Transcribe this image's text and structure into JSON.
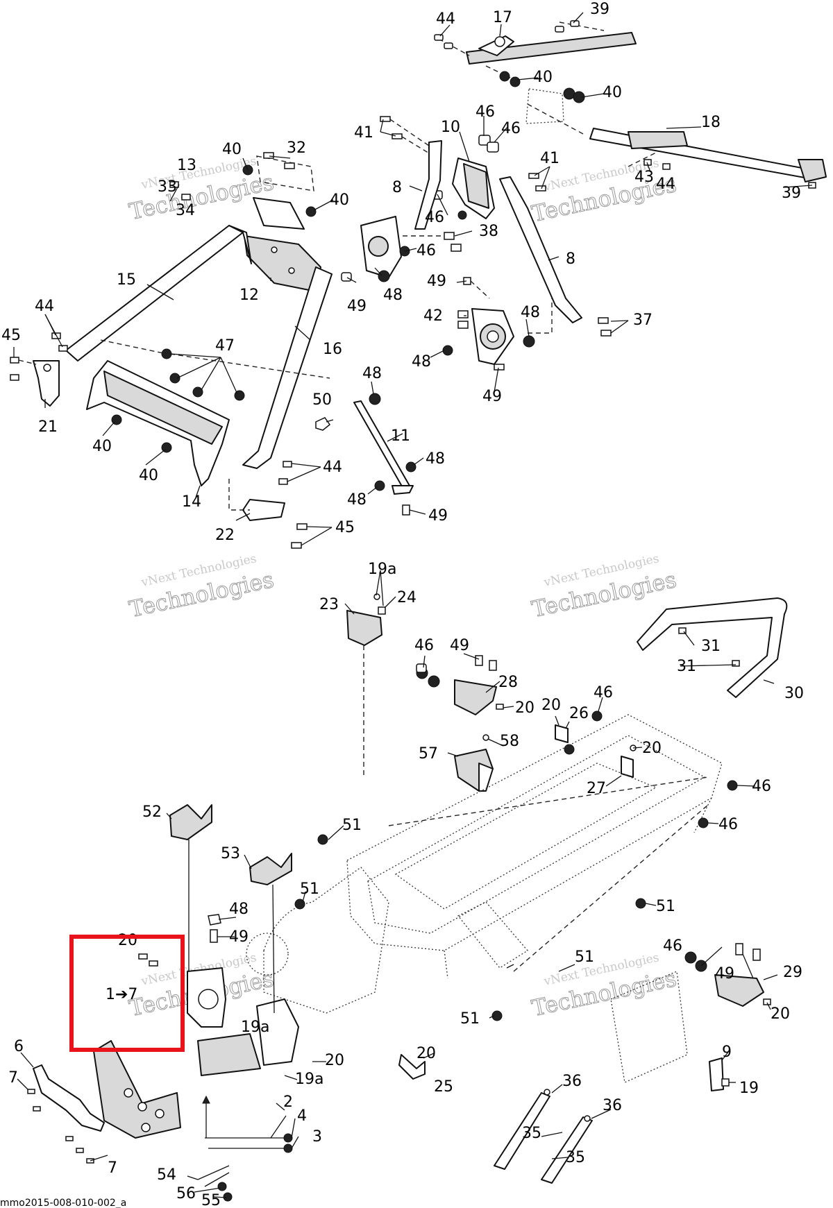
{
  "diagram_code": "mmo2015-008-010-002_a",
  "watermark": {
    "line1": "vNext Technologies",
    "line2": "Technologies"
  },
  "highlight_color": "#e8131b",
  "callouts": {
    "c1to7": "1➔7",
    "c2": "2",
    "c3": "3",
    "c6": "6",
    "c7a": "7",
    "c7b": "7",
    "c8a": "8",
    "c8b": "8",
    "c9": "9",
    "c10": "10",
    "c11": "11",
    "c12": "12",
    "c13": "13",
    "c14": "14",
    "c15": "15",
    "c16": "16",
    "c17": "17",
    "c18": "18",
    "c19": "19",
    "c19a_1": "19a",
    "c19a_2": "19a",
    "c19a_3": "19a",
    "c20_1": "20",
    "c20_2": "20",
    "c20_3": "20",
    "c20_4": "20",
    "c20_5": "20",
    "c20_6": "20",
    "c21": "21",
    "c22": "22",
    "c23": "23",
    "c24": "24",
    "c25": "25",
    "c26": "26",
    "c27": "27",
    "c28": "28",
    "c29": "29",
    "c30": "30",
    "c31a": "31",
    "c31b": "31",
    "c32": "32",
    "c33": "33",
    "c34": "34",
    "c35a": "35",
    "c35b": "35",
    "c36a": "36",
    "c36b": "36",
    "c37": "37",
    "c38": "38",
    "c39a": "39",
    "c39b": "39",
    "c40_1": "40",
    "c40_2": "40",
    "c40_3": "40",
    "c40_4": "40",
    "c40_5": "40",
    "c40_6": "40",
    "c41a": "41",
    "c41b": "41",
    "c42": "42",
    "c43": "43",
    "c44_1": "44",
    "c44_2": "44",
    "c44_3": "44",
    "c44_4": "44",
    "c45a": "45",
    "c45b": "45",
    "c46_1": "46",
    "c46_2": "46",
    "c46_3": "46",
    "c46_4": "46",
    "c46_5": "46",
    "c46_6": "46",
    "c46_7": "46",
    "c46_8": "46",
    "c47": "47",
    "c48_1": "48",
    "c48_2": "48",
    "c48_3": "48",
    "c48_4": "48",
    "c48_5": "48",
    "c48_6": "48",
    "c49_1": "49",
    "c49_2": "49",
    "c49_3": "49",
    "c49_4": "49",
    "c49_5": "49",
    "c49_6": "49",
    "c49_7": "49",
    "c50": "50",
    "c51_1": "51",
    "c51_2": "51",
    "c51_3": "51",
    "c51_4": "51",
    "c51_5": "51",
    "c52": "52",
    "c53": "53",
    "c54": "54",
    "c55": "55",
    "c56": "56",
    "c57": "57",
    "c58": "58"
  }
}
